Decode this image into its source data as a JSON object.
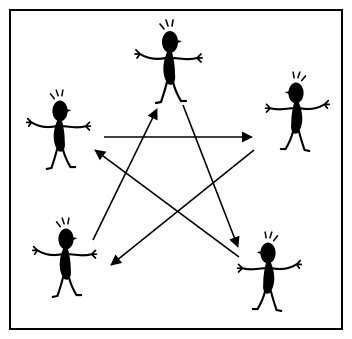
{
  "diagram": {
    "colors": {
      "ink": "#000000",
      "paper": "#ffffff"
    },
    "figures": [
      {
        "id": "top",
        "icon": "stick-figure-icon"
      },
      {
        "id": "right",
        "icon": "stick-figure-icon"
      },
      {
        "id": "bottom-right",
        "icon": "stick-figure-icon"
      },
      {
        "id": "bottom-left",
        "icon": "stick-figure-icon"
      },
      {
        "id": "left",
        "icon": "stick-figure-icon"
      }
    ],
    "arrows": [
      {
        "from": "left",
        "to": "right"
      },
      {
        "from": "top",
        "to": "bottom-right"
      },
      {
        "from": "bottom-right",
        "to": "left"
      },
      {
        "from": "bottom-left",
        "to": "top"
      },
      {
        "from": "right",
        "to": "bottom-left"
      }
    ]
  }
}
